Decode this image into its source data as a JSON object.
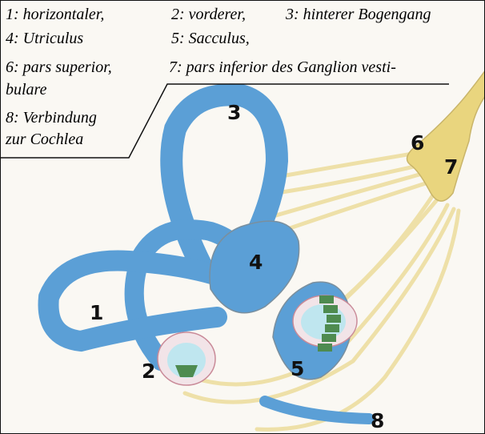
{
  "legend": {
    "line1a": "1: horizontaler,",
    "line1b": "2: vorderer,",
    "line1c": "3: hinterer Bogengang",
    "line2a": "4: Utriculus",
    "line2b": "5: Sacculus,",
    "line3a": "6: pars superior,",
    "line3b": "7: pars inferior des Ganglion vesti-",
    "line4": "bulare",
    "line5": "8: Verbindung",
    "line6": "zur Cochlea"
  },
  "labels": [
    "1",
    "2",
    "3",
    "4",
    "5",
    "6",
    "7",
    "8"
  ],
  "colors": {
    "labyrinth": "#5b9fd6",
    "labyrinth_outline": "#7a8f9e",
    "nerve": "#eee0a8",
    "ganglion": "#e9d57e",
    "macula": "#f2e4e8",
    "ampulla_inner": "#bfe6ef",
    "hair_cells": "#4e8b50",
    "background": "#faf8f3"
  }
}
